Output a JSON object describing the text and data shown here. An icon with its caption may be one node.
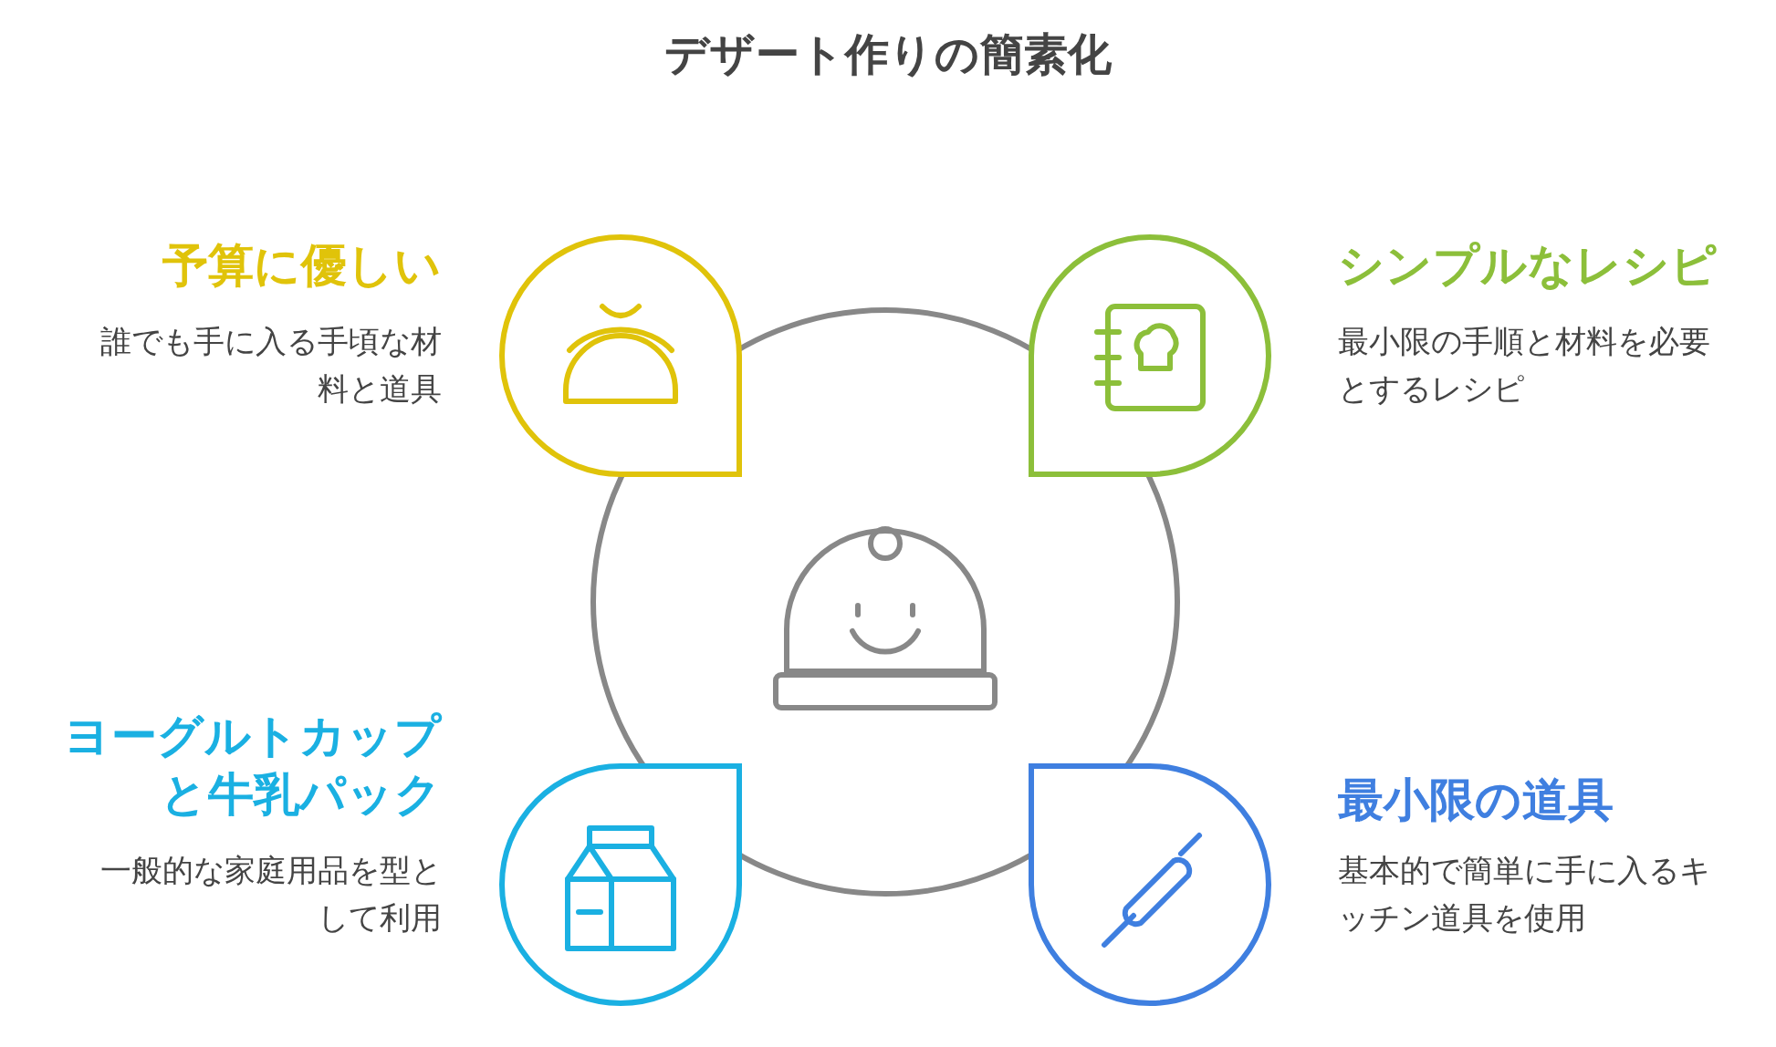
{
  "diagram": {
    "title": "デザート作りの簡素化",
    "nodes": [
      {
        "text": [
          "予算に優しい",
          "誰でも手に入る手頃な材料と道具"
        ]
      },
      {
        "text": [
          "シンプルなレシピ",
          "最小限の手順と材料を必要とするレシピ"
        ]
      },
      {
        "text": [
          "ヨーグルトカップと牛乳パック",
          "一般的な家庭用品を型として利用"
        ]
      },
      {
        "text": [
          "最小限の道具",
          "基本的で簡単に手に入るキッチン道具を使用"
        ]
      }
    ]
  }
}
